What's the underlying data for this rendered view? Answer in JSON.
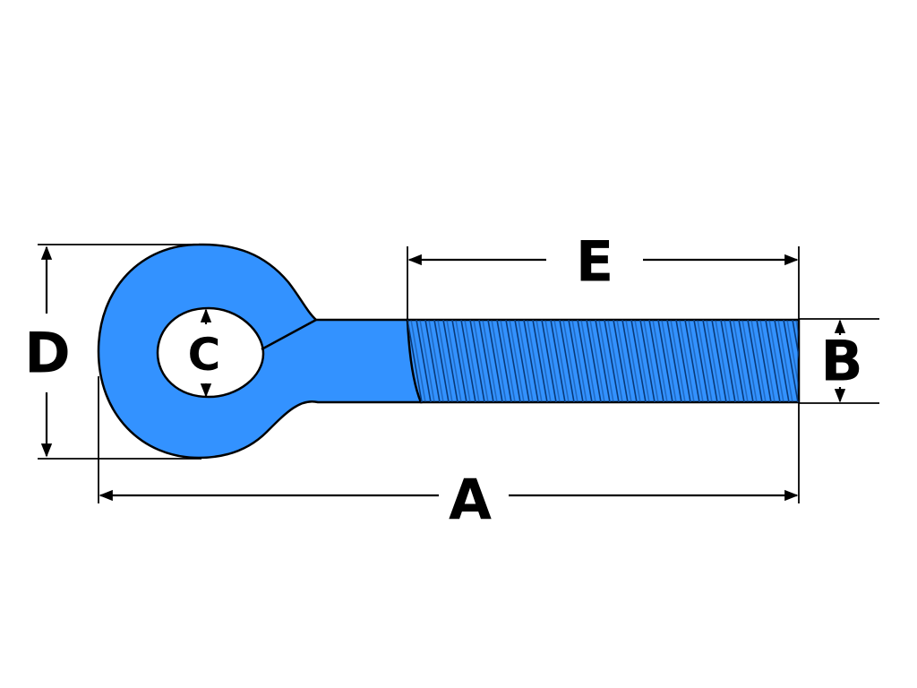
{
  "colors": {
    "part_fill": "#3392FF",
    "outline": "#000000",
    "background": "#FFFFFF"
  },
  "labels": {
    "A": "A",
    "B": "B",
    "C": "C",
    "D": "D",
    "E": "E"
  }
}
